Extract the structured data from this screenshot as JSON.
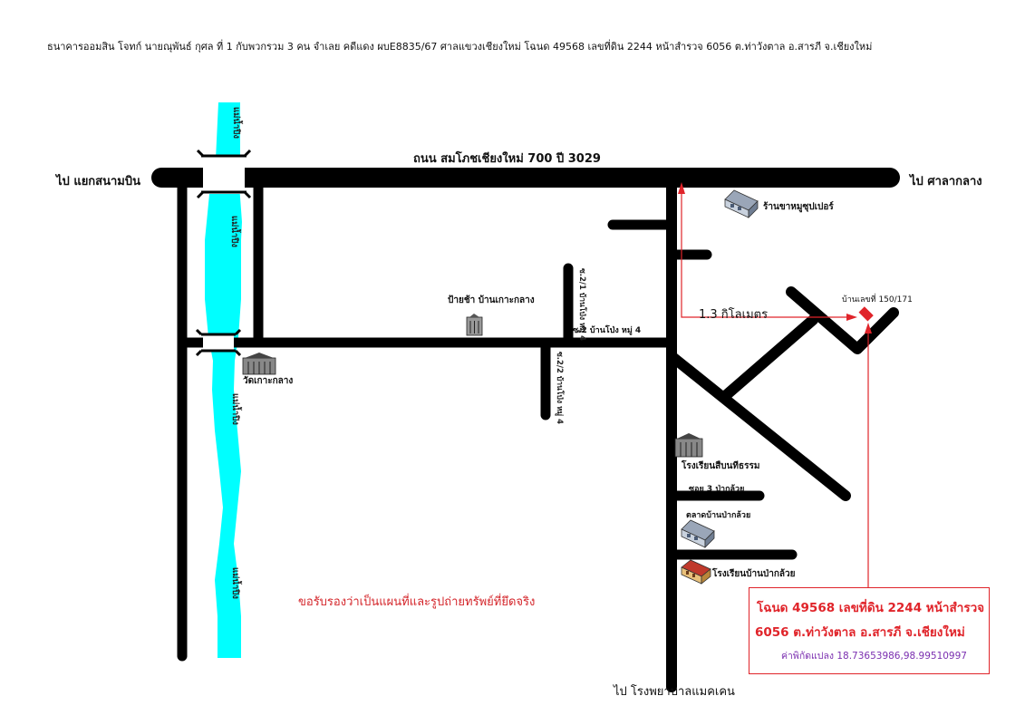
{
  "header": {
    "text": "ธนาคารออมสิน โจทก์ นายณุพันธ์ กุศล ที่ 1 กับพวกรวม 3 คน จำเลย คดีแดง ผบE8835/67  ศาลแขวงเชียงใหม่ โฉนด 49568 เลขที่ดิน 2244 หน้าสำรวจ 6056  ต.ท่าวังตาล  อ.สารภี  จ.เชียงใหม่"
  },
  "roads": {
    "main_road": "ถนน สมโภชเชียงใหม่ 700 ปี  3029",
    "to_left": "ไป แยกสนามบิน",
    "to_right": "ไป ศาลากลาง",
    "to_bottom": "ไป โรงพยาบาลแมคเคน",
    "distance": "1.3 กิโลเมตร"
  },
  "river": {
    "name": "แม่น้ำปิง",
    "color": "#00ffff"
  },
  "sois": {
    "soi_2_1": "ซ.2/1 บ้านโป่ง หมู่ 4",
    "soi_2": "ซ.2 บ้านโป่ง หมู่ 4",
    "soi_2_2": "ซ.2/2 บ้านโป่ง หมู่ 4",
    "soi_3": "ซอย 3 ป่ากล้วย"
  },
  "landmarks": {
    "pork_shop": "ร้านขาหมูซุปเปอร์",
    "house": "บ้านเลขที่ 150/171",
    "ban_koh_klang_gate": "ป้ายช้า  บ้านเกาะกลาง",
    "wat": "วัดเกาะกลาง",
    "school_suep": "โรงเรียนสืบนทีธรรม",
    "market": "ตลาดบ้านป่ากล้วย",
    "school_pa_kluay": "โรงเรียนบ้านป่ากล้วย"
  },
  "note": "ขอรับรองว่าเป็นแผนที่และรูปถ่ายทรัพย์ที่ยึดจริง",
  "info_box": {
    "line1": "โฉนด 49568 เลขที่ดิน 2244 หน้าสำรวจ",
    "line2": "6056  ต.ท่าวังตาล  อ.สารภี  จ.เชียงใหม่",
    "coords": "ค่าพิกัดแปลง 18.73653986,98.99510997"
  },
  "colors": {
    "road": "#000000",
    "river": "#00ffff",
    "marker": "#e0242a",
    "coords_text": "#7b2fb0"
  },
  "icons": [
    "building-icon",
    "temple-icon",
    "school-icon",
    "shop-icon",
    "house-marker-icon"
  ]
}
